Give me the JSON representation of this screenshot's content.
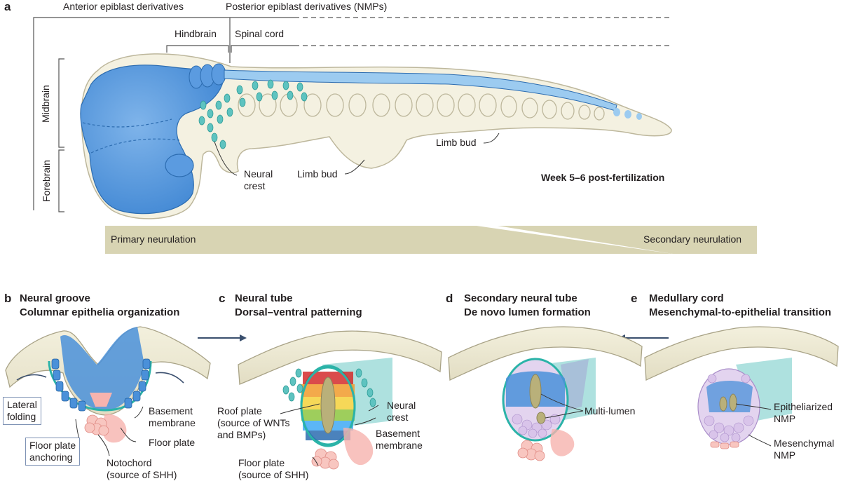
{
  "panel_a": {
    "letter": "a",
    "anterior": "Anterior epiblast derivatives",
    "posterior": "Posterior epiblast derivatives (NMPs)",
    "hindbrain": "Hindbrain",
    "spinal_cord": "Spinal cord",
    "midbrain": "Midbrain",
    "forebrain": "Forebrain",
    "neural_crest": "Neural\ncrest",
    "limb_bud_1": "Limb bud",
    "limb_bud_2": "Limb bud",
    "stage": "Week 5–6 post-fertilization",
    "primary": "Primary neurulation",
    "secondary": "Secondary neurulation"
  },
  "panel_b": {
    "letter": "b",
    "title": "Neural groove",
    "subtitle": "Columnar epithelia organization",
    "lateral_folding": "Lateral\nfolding",
    "floor_plate_anchoring": "Floor plate\nanchoring",
    "basement_membrane": "Basement\nmembrane",
    "floor_plate": "Floor plate",
    "notochord": "Notochord\n(source of SHH)"
  },
  "panel_c": {
    "letter": "c",
    "title": "Neural tube",
    "subtitle": "Dorsal–ventral patterning",
    "roof_plate": "Roof plate\n(source of WNTs\nand BMPs)",
    "neural_crest": "Neural\ncrest",
    "basement_membrane": "Basement\nmembrane",
    "floor_plate": "Floor plate\n(source of SHH)"
  },
  "panel_d": {
    "letter": "d",
    "title": "Secondary neural tube",
    "subtitle": "De novo lumen formation",
    "multi_lumen": "Multi-lumen"
  },
  "panel_e": {
    "letter": "e",
    "title": "Medullary cord",
    "subtitle": "Mesenchymal-to-epithelial transition",
    "epithelized": "Epitheliarized\nNMP",
    "mesenchymal": "Mesenchymal\nNMP"
  },
  "colors": {
    "tissue": "#f4f1e1",
    "brain_blue": "#4a90d9",
    "neural_crest": "#5ec3c0",
    "lumen": "#b9b07a",
    "notochord": "#f6b3ae",
    "membrane": "#2bb3a8",
    "band": "#d8d4b3",
    "arrow": "#3a4f6e"
  }
}
